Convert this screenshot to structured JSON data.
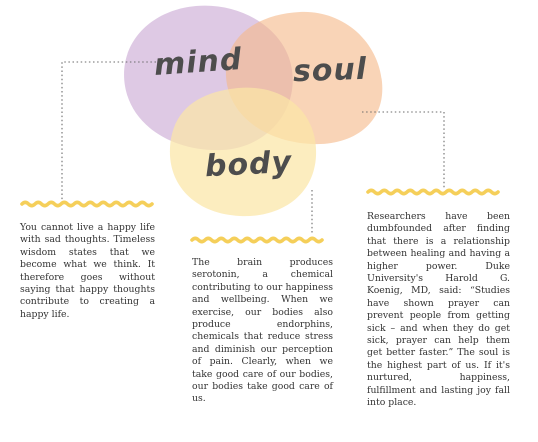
{
  "circles": {
    "mind": {
      "label": "mind",
      "color": "#c9a8d4"
    },
    "soul": {
      "label": "soul",
      "color": "#f6b98a"
    },
    "body": {
      "label": "body",
      "color": "#fbe6a6"
    }
  },
  "colors": {
    "wave": "#f5cf5a",
    "connector": "#6b6b6b",
    "text": "#333333"
  },
  "paragraphs": {
    "mind": "You cannot live a happy life with sad thoughts. Timeless wisdom states that we become what we think. It therefore goes without saying that happy thoughts contribute to creating a happy life.",
    "body": "The brain produces serotonin, a chemical contributing to our happiness and wellbeing. When we exercise, our bodies also produce endorphins, chemicals that reduce stress and diminish our perception of pain. Clearly, when we take good care of our bodies, our bodies take good care of us.",
    "soul": "Researchers have been dumbfounded after finding that there is a relationship between healing and having a higher power. Duke University's Harold G. Koenig, MD, said: “Studies have shown prayer can prevent people from getting sick – and when they do get sick, prayer can help them get better faster.” The soul is the highest part of us. If it's nurtured, happiness, fulfillment and lasting joy fall into place."
  }
}
